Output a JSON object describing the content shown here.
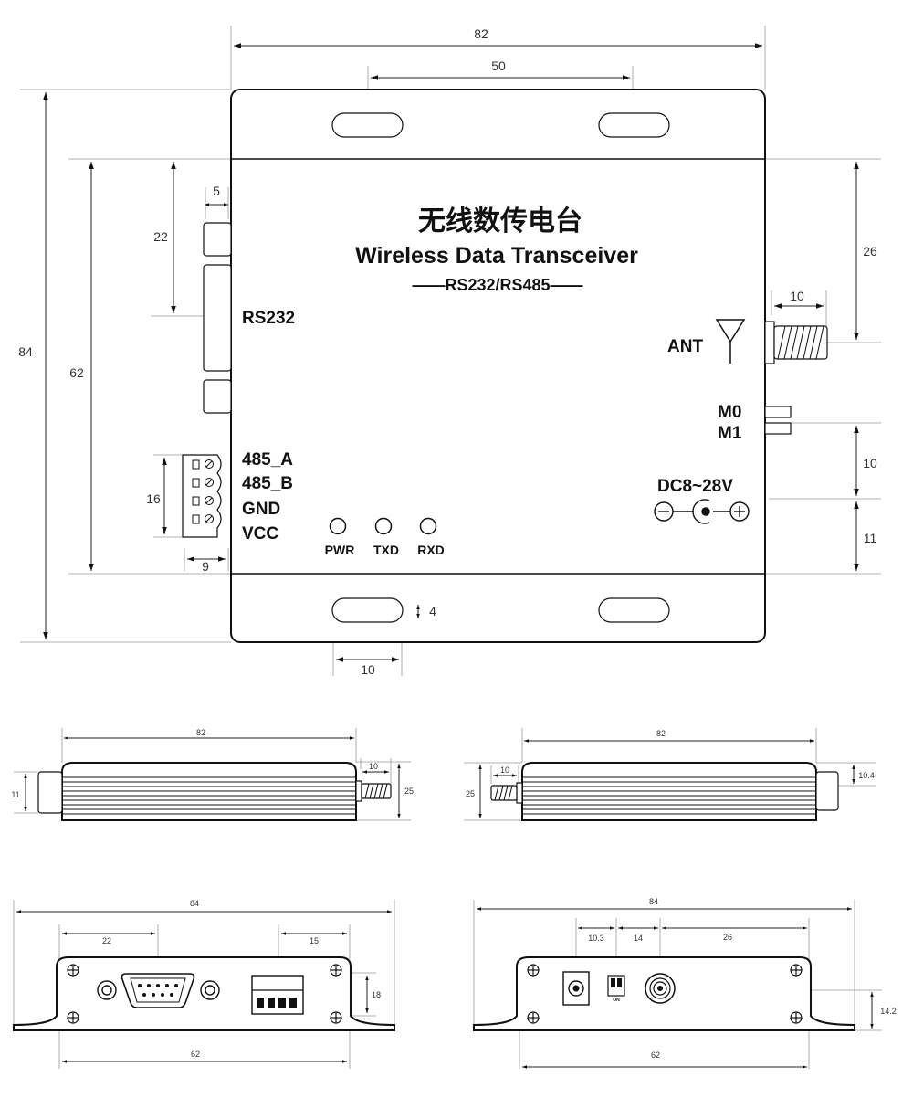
{
  "product": {
    "title_cn": "无线数传电台",
    "title_en": "Wireless Data Transceiver",
    "subtitle": "——RS232/RS485——"
  },
  "top_view": {
    "port_labels": {
      "rs232": "RS232",
      "ant": "ANT",
      "m0": "M0",
      "m1": "M1",
      "dc": "DC8~28V",
      "terminal_a": "485_A",
      "terminal_b": "485_B",
      "gnd": "GND",
      "vcc": "VCC"
    },
    "leds": [
      "PWR",
      "TXD",
      "RXD"
    ],
    "dimensions": {
      "overall_width": "82",
      "slot_spacing": "50",
      "overall_height": "84",
      "body_height": "62",
      "db9_offset": "22",
      "db9_depth": "5",
      "terminal_height": "16",
      "terminal_depth": "9",
      "ant_offset": "26",
      "ant_length": "10",
      "m_to_dc": "10",
      "dc_to_base": "11",
      "slot_width": "10",
      "slot_height": "4"
    }
  },
  "side_view_left": {
    "dimensions": {
      "length": "82",
      "ant_length": "10",
      "height": "25",
      "connector_height": "11"
    }
  },
  "side_view_right": {
    "dimensions": {
      "length": "82",
      "ant_length": "10",
      "height": "25",
      "switch_height": "10.4"
    }
  },
  "front_view_left": {
    "dimensions": {
      "overall_width": "84",
      "db9_offset": "22",
      "terminal_width": "15",
      "height": "18",
      "mount_spacing": "62"
    }
  },
  "front_view_right": {
    "dimensions": {
      "overall_width": "84",
      "dc_offset": "10.3",
      "switch_offset": "14",
      "ant_offset": "26",
      "ant_height": "14.2",
      "mount_spacing": "62"
    },
    "switch_label": "ON"
  }
}
